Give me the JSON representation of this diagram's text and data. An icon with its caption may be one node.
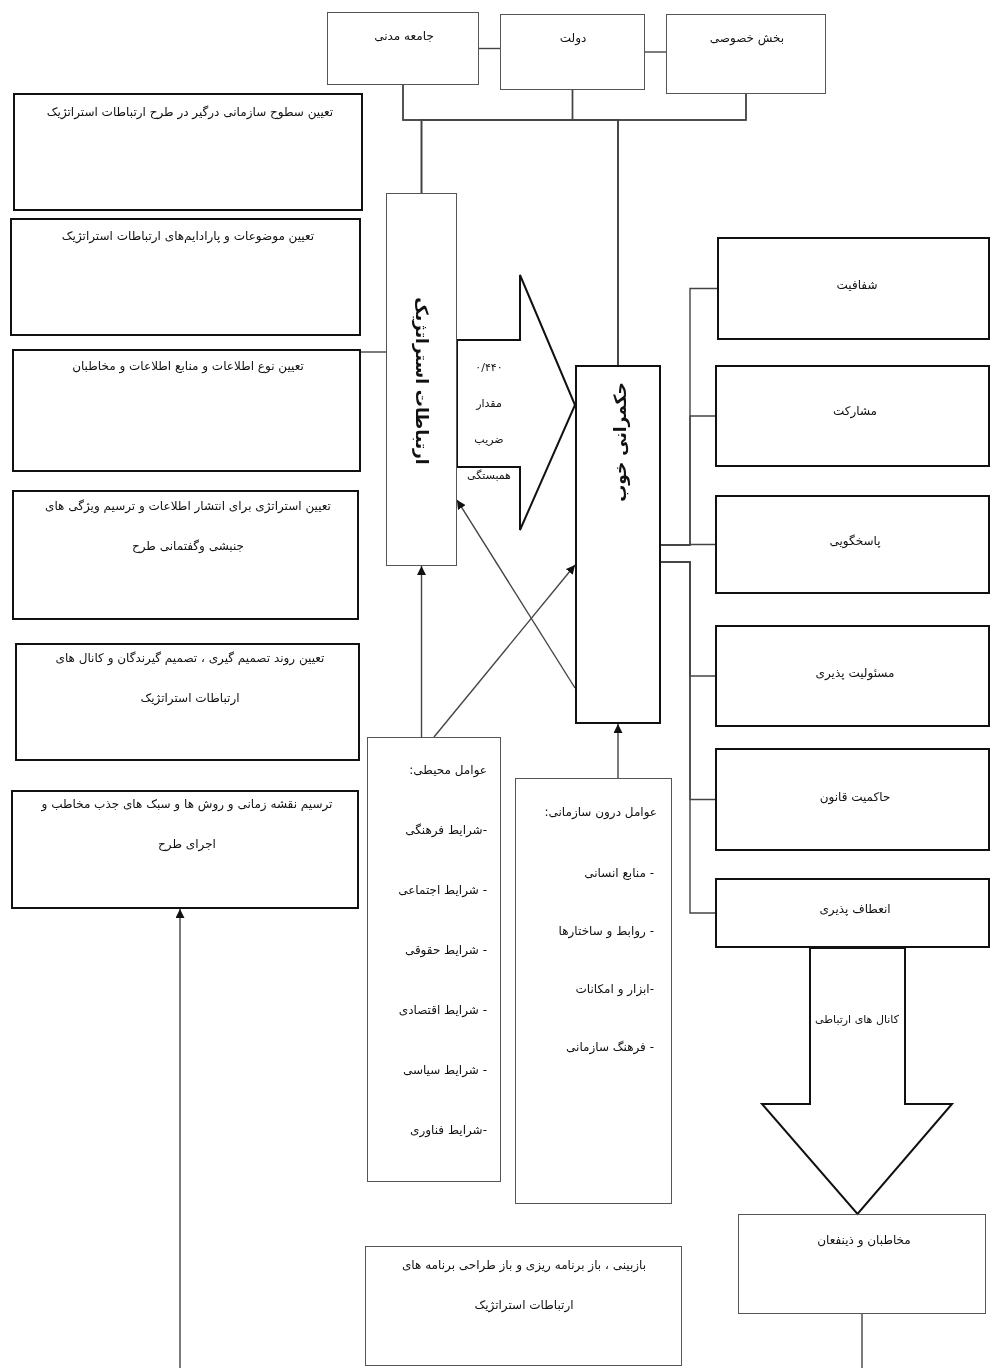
{
  "diagram": {
    "nodes": [
      {
        "text": [
          "جامعه مدنی"
        ]
      },
      {
        "text": [
          "دولت"
        ]
      },
      {
        "text": [
          "بخش خصوصی"
        ]
      },
      {
        "text": [
          "تعیین سطوح سازمانی درگیر در طرح ارتباطات استراتژیک"
        ]
      },
      {
        "text": [
          "تعیین موضوعات و پارادایم‌های ارتباطات استراتژیک"
        ]
      },
      {
        "text": [
          "تعیین نوع اطلاعات و منابع اطلاعات و مخاطبان"
        ]
      },
      {
        "text": [
          "تعیین استراتژی برای انتشار اطلاعات و ترسیم ویژگی های جنبشی وگفتمانی طرح"
        ]
      },
      {
        "text": [
          "تعیین روند تصمیم گیری ، تصمیم گیرندگان و کانال های ارتباطات استراتژیک"
        ]
      },
      {
        "text": [
          "ترسیم نقشه زمانی و روش ها و سبک های جذب مخاطب و اجرای طرح"
        ]
      },
      {
        "text": [
          "ارتباطات استراتژیک"
        ]
      },
      {
        "text": [
          "حکمرانی خوب"
        ]
      },
      {
        "text": [
          "شفافیت"
        ]
      },
      {
        "text": [
          "مشارکت"
        ]
      },
      {
        "text": [
          "پاسخگویی"
        ]
      },
      {
        "text": [
          "مسئولیت پذیری"
        ]
      },
      {
        "text": [
          "حاکمیت قانون"
        ]
      },
      {
        "text": [
          "انعطاف پذیری"
        ]
      },
      {
        "text": [
          "عوامل محیطی:",
          "-شرایط فرهنگی",
          "- شرایط اجتماعی",
          "- شرایط حقوقی",
          "- شرایط اقتصادی",
          "- شرایط سیاسی",
          "-شرایط فناوری"
        ]
      },
      {
        "text": [
          "عوامل درون سازمانی:",
          "- منابع انسانی",
          "- روابط و ساختارها",
          "-ابزار و امکانات",
          "- فرهنگ سازمانی"
        ]
      },
      {
        "text": [
          "مخاطبان و ذینفعان"
        ]
      },
      {
        "text": [
          "بازبینی ، باز برنامه ریزی و باز طراحی برنامه های ارتباطات استراتژیک"
        ]
      }
    ],
    "edges": [
      {
        "from": 0,
        "to": 1,
        "arrow": "none"
      },
      {
        "from": 1,
        "to": 2,
        "arrow": "none"
      },
      {
        "from": 0,
        "to": 9,
        "arrow": "none"
      },
      {
        "from": 0,
        "to": 10,
        "arrow": "none"
      },
      {
        "from": 1,
        "to": 9,
        "arrow": "none"
      },
      {
        "from": 1,
        "to": 10,
        "arrow": "none"
      },
      {
        "from": 2,
        "to": 9,
        "arrow": "none"
      },
      {
        "from": 2,
        "to": 10,
        "arrow": "none"
      },
      {
        "from": 5,
        "to": 9,
        "arrow": "none"
      },
      {
        "from": 9,
        "to": 10,
        "arrow": "to",
        "label": "۰/۴۴۰ مقدار ضریب همبستگی"
      },
      {
        "from": 17,
        "to": 9,
        "arrow": "to"
      },
      {
        "from": 17,
        "to": 10,
        "arrow": "to"
      },
      {
        "from": 10,
        "to": 9,
        "arrow": "to"
      },
      {
        "from": 18,
        "to": 10,
        "arrow": "to"
      },
      {
        "from": 10,
        "to": 11,
        "arrow": "none"
      },
      {
        "from": 10,
        "to": 12,
        "arrow": "none"
      },
      {
        "from": 10,
        "to": 13,
        "arrow": "none"
      },
      {
        "from": 10,
        "to": 14,
        "arrow": "none"
      },
      {
        "from": 10,
        "to": 15,
        "arrow": "none"
      },
      {
        "from": 10,
        "to": 16,
        "arrow": "none"
      },
      {
        "from": 16,
        "to": 19,
        "arrow": "to",
        "label": "کانال های ارتباطی"
      },
      {
        "from": 19,
        "to": null,
        "arrow": "none"
      },
      {
        "from": null,
        "to": 8,
        "arrow": "to"
      }
    ]
  }
}
